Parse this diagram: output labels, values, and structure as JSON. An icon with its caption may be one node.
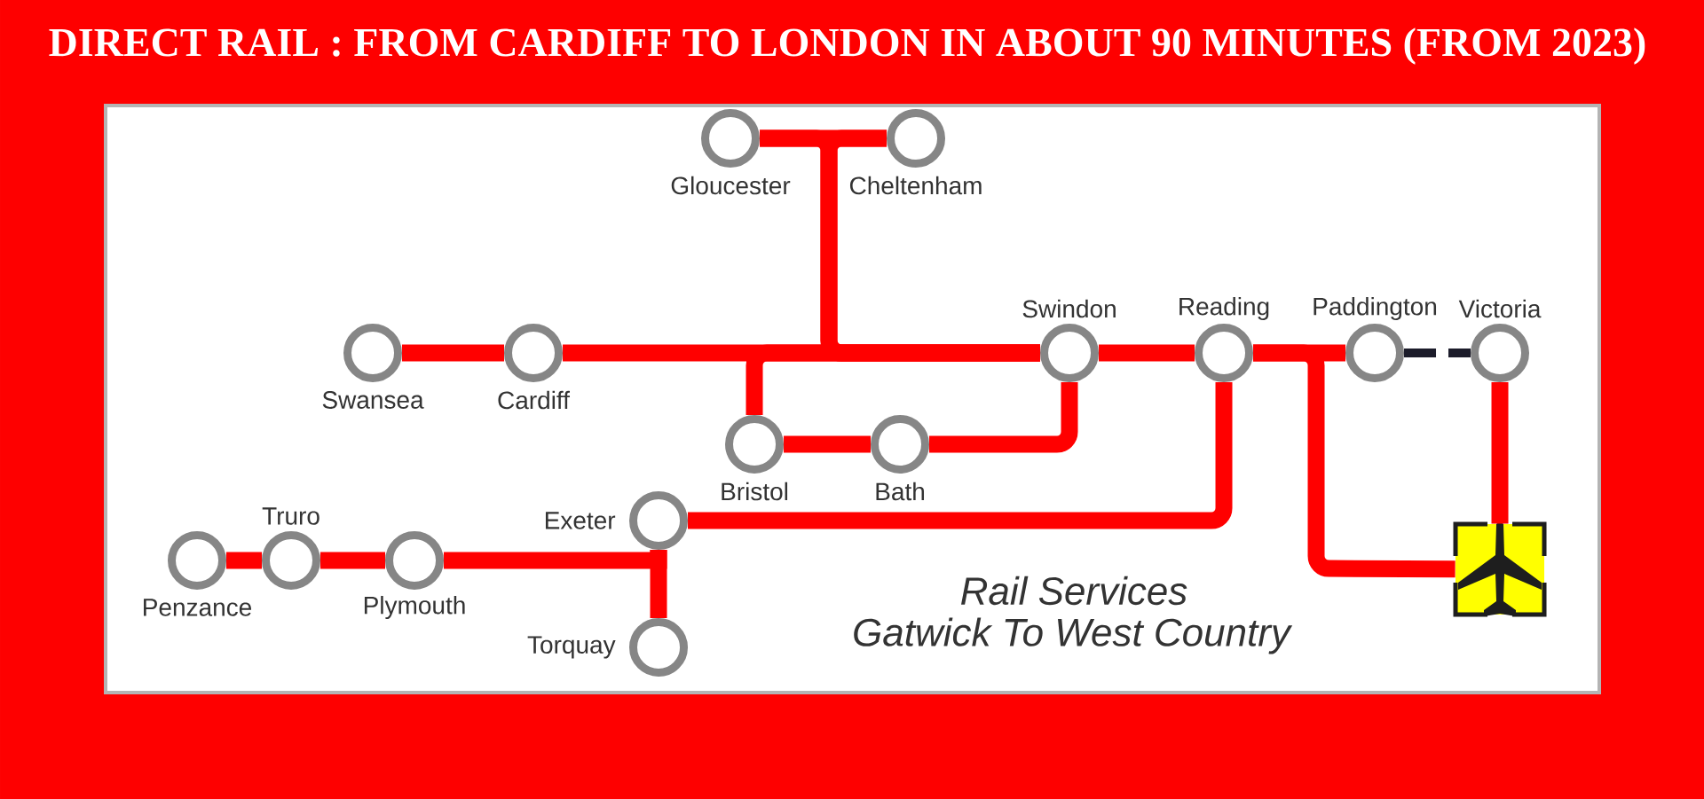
{
  "diagram": {
    "title": "DIRECT RAIL : FROM CARDIFF TO LONDON IN ABOUT 90 MINUTES (FROM 2023)",
    "nodes": [
      {
        "text": [
          "Gloucester"
        ]
      },
      {
        "text": [
          "Cheltenham"
        ]
      },
      {
        "text": [
          "Swansea"
        ]
      },
      {
        "text": [
          "Cardiff"
        ]
      },
      {
        "text": [
          "Swindon"
        ]
      },
      {
        "text": [
          "Reading"
        ]
      },
      {
        "text": [
          "Paddington"
        ]
      },
      {
        "text": [
          "Victoria"
        ]
      },
      {
        "text": [
          "Bristol"
        ]
      },
      {
        "text": [
          "Bath"
        ]
      },
      {
        "text": [
          "Exeter"
        ]
      },
      {
        "text": [
          "Penzance"
        ]
      },
      {
        "text": [
          "Truro"
        ]
      },
      {
        "text": [
          "Plymouth"
        ]
      },
      {
        "text": [
          "Torquay"
        ]
      },
      {
        "text": [],
        "shape": "box"
      }
    ],
    "edges": [
      {
        "from": 0,
        "to": 1,
        "arrow": "none"
      },
      {
        "from": 2,
        "to": 3,
        "arrow": "none"
      },
      {
        "from": 3,
        "to": 4,
        "arrow": "none"
      },
      {
        "from": 0,
        "to": 4,
        "arrow": "none"
      },
      {
        "from": 1,
        "to": 4,
        "arrow": "none"
      },
      {
        "from": 8,
        "to": 4,
        "arrow": "none"
      },
      {
        "from": 8,
        "to": 9,
        "arrow": "none"
      },
      {
        "from": 9,
        "to": 4,
        "arrow": "none"
      },
      {
        "from": 4,
        "to": 5,
        "arrow": "none"
      },
      {
        "from": 5,
        "to": 6,
        "arrow": "none"
      },
      {
        "from": 6,
        "to": 7,
        "arrow": "none",
        "style": "dashed",
        "color": "#1c1c2a"
      },
      {
        "from": 5,
        "to": 10,
        "arrow": "none"
      },
      {
        "from": 10,
        "to": 13,
        "arrow": "none"
      },
      {
        "from": 10,
        "to": 14,
        "arrow": "none"
      },
      {
        "from": 13,
        "to": 12,
        "arrow": "none"
      },
      {
        "from": 12,
        "to": 11,
        "arrow": "none"
      },
      {
        "from": 5,
        "to": 15,
        "arrow": "none"
      },
      {
        "from": 7,
        "to": 15,
        "arrow": "none"
      }
    ],
    "labels": [
      "Rail Services",
      "Gatwick To West Country"
    ]
  }
}
